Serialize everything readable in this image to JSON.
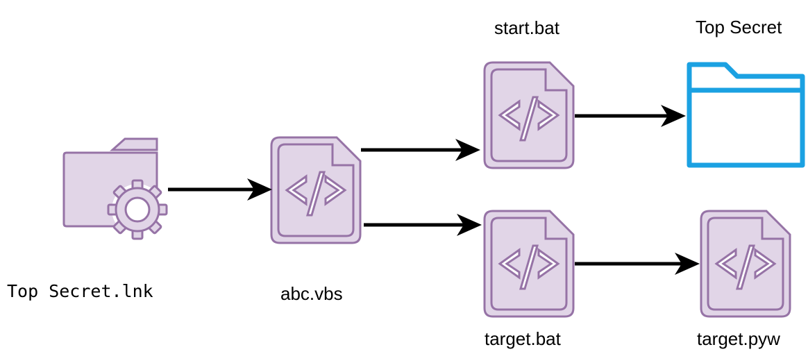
{
  "nodes": {
    "lnk": {
      "label": "Top Secret.lnk",
      "icon": "folder-gear-icon"
    },
    "vbs": {
      "label": "abc.vbs",
      "icon": "code-file-icon"
    },
    "start_bat": {
      "label": "start.bat",
      "icon": "code-file-icon"
    },
    "folder": {
      "label": "Top Secret",
      "icon": "folder-icon"
    },
    "target_bat": {
      "label": "target.bat",
      "icon": "code-file-icon"
    },
    "target_pyw": {
      "label": "target.pyw",
      "icon": "code-file-icon"
    }
  },
  "colors": {
    "file_fill": "#e1d5e7",
    "file_stroke": "#9673a6",
    "folder_stroke": "#1ba1e2",
    "arrow": "#000000"
  }
}
